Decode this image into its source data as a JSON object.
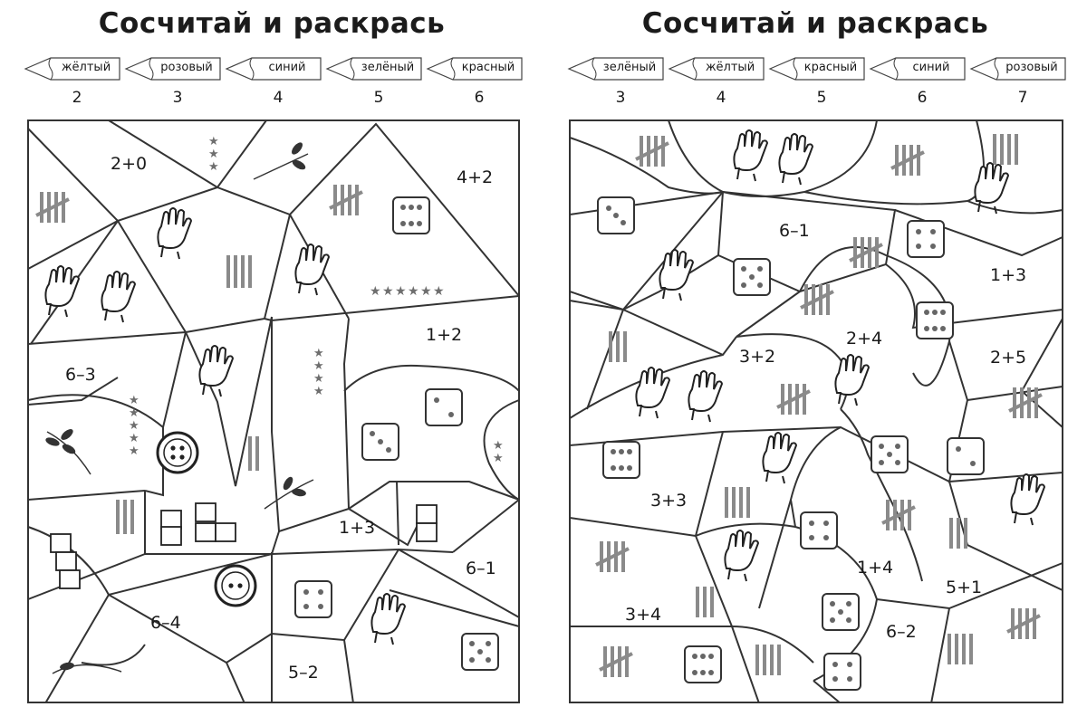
{
  "pages": [
    {
      "title": "Сосчитай и раскрась",
      "legend": [
        {
          "color_name": "жёлтый",
          "number": "2"
        },
        {
          "color_name": "розовый",
          "number": "3"
        },
        {
          "color_name": "синий",
          "number": "4"
        },
        {
          "color_name": "зелёный",
          "number": "5"
        },
        {
          "color_name": "красный",
          "number": "6"
        }
      ],
      "expressions": [
        "2+0",
        "4+2",
        "6–3",
        "1+2",
        "1+3",
        "6–1",
        "6–4",
        "5–2"
      ]
    },
    {
      "title": "Сосчитай и раскрась",
      "legend": [
        {
          "color_name": "зелёный",
          "number": "3"
        },
        {
          "color_name": "жёлтый",
          "number": "4"
        },
        {
          "color_name": "красный",
          "number": "5"
        },
        {
          "color_name": "синий",
          "number": "6"
        },
        {
          "color_name": "розовый",
          "number": "7"
        }
      ],
      "expressions": [
        "6–1",
        "1+3",
        "3+2",
        "2+4",
        "2+5",
        "3+3",
        "1+4",
        "5+1",
        "3+4",
        "6–2"
      ]
    }
  ],
  "icons": {
    "hand": "hand-icon",
    "die": "die-icon",
    "tally": "tally-marks-icon",
    "stars": "stars-icon",
    "leaf": "leaf-branch-icon",
    "button": "button-icon",
    "cubes": "cubes-icon"
  },
  "colors": {
    "line": "#333333",
    "tally": "#8a8a8a",
    "star": "#6e6e6e"
  }
}
